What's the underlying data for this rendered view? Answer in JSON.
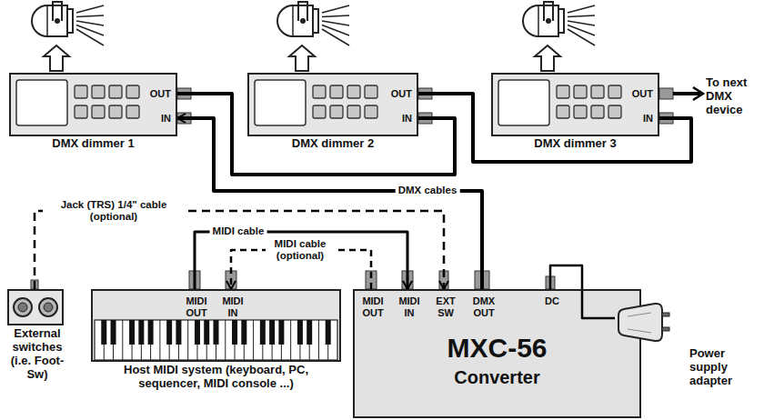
{
  "diagram": {
    "nodes": [
      {
        "text": [
          "OUT",
          "IN",
          "DMX dimmer 1"
        ]
      },
      {
        "text": [
          "OUT",
          "IN",
          "DMX dimmer 2"
        ]
      },
      {
        "text": [
          "OUT",
          "IN",
          "DMX dimmer 3"
        ]
      },
      {
        "text": [
          "External switches (i.e. Foot-Sw)"
        ]
      },
      {
        "text": [
          "MIDI OUT",
          "MIDI IN",
          "Host MIDI system (keyboard, PC, sequencer, MIDI console ...)"
        ]
      },
      {
        "text": [
          "MIDI OUT",
          "MIDI IN",
          "EXT SW",
          "DMX OUT",
          "DC",
          "MXC-56",
          "Converter"
        ]
      },
      {
        "text": [
          "Power supply adapter"
        ]
      }
    ],
    "edges": [
      {
        "from": 5,
        "to": 0,
        "label": "DMX cables",
        "arrow": "to"
      },
      {
        "from": 0,
        "to": 1,
        "arrow": "none"
      },
      {
        "from": 1,
        "to": 2,
        "arrow": "none"
      },
      {
        "from": 4,
        "to": 5,
        "label": "MIDI cable",
        "arrow": "to"
      },
      {
        "from": 5,
        "to": 4,
        "label": "MIDI cable (optional)",
        "arrow": "to"
      },
      {
        "from": 3,
        "to": 5,
        "label": "Jack (TRS) 1/4\" cable (optional)",
        "arrow": "to"
      },
      {
        "from": 6,
        "to": 5,
        "arrow": "none"
      }
    ],
    "labels": [
      "To next DMX device"
    ]
  }
}
